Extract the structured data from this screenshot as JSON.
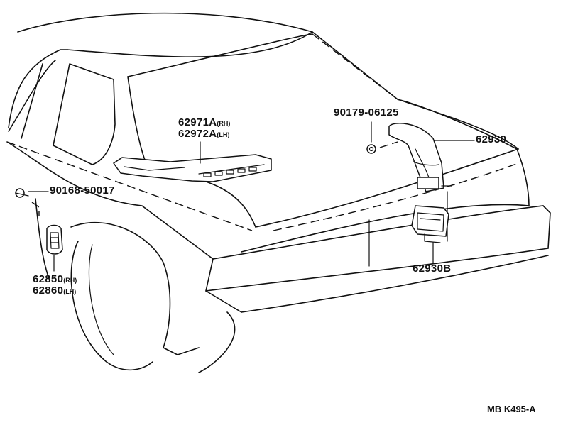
{
  "parts": [
    {
      "id": "62971A",
      "suffix": "(RH)"
    },
    {
      "id": "62972A",
      "suffix": "(LH)"
    },
    {
      "id": "90179-06125",
      "suffix": ""
    },
    {
      "id": "62930",
      "suffix": ""
    },
    {
      "id": "90168-50017",
      "suffix": ""
    },
    {
      "id": "62850",
      "suffix": "(RH)"
    },
    {
      "id": "62860",
      "suffix": "(LH)"
    },
    {
      "id": "62930B",
      "suffix": ""
    }
  ],
  "reference_code": "MB K495-A"
}
